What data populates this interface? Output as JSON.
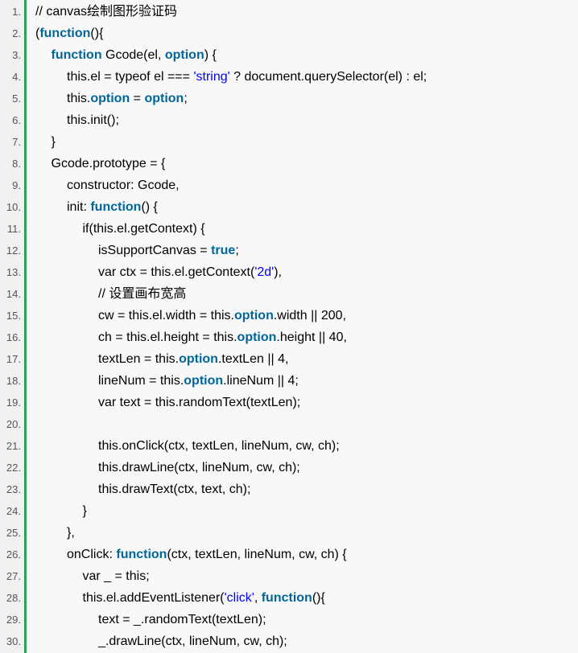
{
  "colors": {
    "background": "#f8f8f8",
    "gutter": "#f1f1f1",
    "accent_bar": "#27a35a",
    "keyword": "#006699",
    "string": "#0000ff",
    "text": "#000000",
    "line_number": "#555555"
  },
  "lines": [
    {
      "number": "1.",
      "indent": 0,
      "tokens": [
        {
          "t": "// canvas绘制图形验证码",
          "c": "p"
        }
      ]
    },
    {
      "number": "2.",
      "indent": 0,
      "tokens": [
        {
          "t": "(",
          "c": "p"
        },
        {
          "t": "function",
          "c": "kw"
        },
        {
          "t": "(){",
          "c": "p"
        }
      ]
    },
    {
      "number": "3.",
      "indent": 1,
      "tokens": [
        {
          "t": "function",
          "c": "kw"
        },
        {
          "t": " Gcode(el, ",
          "c": "p"
        },
        {
          "t": "option",
          "c": "kw"
        },
        {
          "t": ") {",
          "c": "p"
        }
      ]
    },
    {
      "number": "4.",
      "indent": 2,
      "tokens": [
        {
          "t": "this.el = typeof el === ",
          "c": "p"
        },
        {
          "t": "'string'",
          "c": "str"
        },
        {
          "t": " ? document.querySelector(el) : el;",
          "c": "p"
        }
      ]
    },
    {
      "number": "5.",
      "indent": 2,
      "tokens": [
        {
          "t": "this.",
          "c": "p"
        },
        {
          "t": "option",
          "c": "kw"
        },
        {
          "t": " = ",
          "c": "p"
        },
        {
          "t": "option",
          "c": "kw"
        },
        {
          "t": ";",
          "c": "p"
        }
      ]
    },
    {
      "number": "6.",
      "indent": 2,
      "tokens": [
        {
          "t": "this.init();",
          "c": "p"
        }
      ]
    },
    {
      "number": "7.",
      "indent": 1,
      "tokens": [
        {
          "t": "}",
          "c": "p"
        }
      ]
    },
    {
      "number": "8.",
      "indent": 1,
      "tokens": [
        {
          "t": "Gcode.prototype = {",
          "c": "p"
        }
      ]
    },
    {
      "number": "9.",
      "indent": 2,
      "tokens": [
        {
          "t": "constructor: Gcode,",
          "c": "p"
        }
      ]
    },
    {
      "number": "10.",
      "indent": 2,
      "tokens": [
        {
          "t": "init: ",
          "c": "p"
        },
        {
          "t": "function",
          "c": "kw"
        },
        {
          "t": "() {",
          "c": "p"
        }
      ]
    },
    {
      "number": "11.",
      "indent": 3,
      "tokens": [
        {
          "t": "if(this.el.getContext) {",
          "c": "p"
        }
      ]
    },
    {
      "number": "12.",
      "indent": 4,
      "tokens": [
        {
          "t": "isSupportCanvas = ",
          "c": "p"
        },
        {
          "t": "true",
          "c": "kw"
        },
        {
          "t": ";",
          "c": "p"
        }
      ]
    },
    {
      "number": "13.",
      "indent": 4,
      "tokens": [
        {
          "t": "var ctx = this.el.getContext(",
          "c": "p"
        },
        {
          "t": "'2d'",
          "c": "str"
        },
        {
          "t": "),",
          "c": "p"
        }
      ]
    },
    {
      "number": "14.",
      "indent": 4,
      "tokens": [
        {
          "t": "// 设置画布宽高",
          "c": "p"
        }
      ]
    },
    {
      "number": "15.",
      "indent": 4,
      "tokens": [
        {
          "t": "cw = this.el.width = this.",
          "c": "p"
        },
        {
          "t": "option",
          "c": "kw"
        },
        {
          "t": ".width || 200,",
          "c": "p"
        }
      ]
    },
    {
      "number": "16.",
      "indent": 4,
      "tokens": [
        {
          "t": "ch = this.el.height = this.",
          "c": "p"
        },
        {
          "t": "option",
          "c": "kw"
        },
        {
          "t": ".height || 40,",
          "c": "p"
        }
      ]
    },
    {
      "number": "17.",
      "indent": 4,
      "tokens": [
        {
          "t": "textLen = this.",
          "c": "p"
        },
        {
          "t": "option",
          "c": "kw"
        },
        {
          "t": ".textLen || 4,",
          "c": "p"
        }
      ]
    },
    {
      "number": "18.",
      "indent": 4,
      "tokens": [
        {
          "t": "lineNum = this.",
          "c": "p"
        },
        {
          "t": "option",
          "c": "kw"
        },
        {
          "t": ".lineNum || 4;",
          "c": "p"
        }
      ]
    },
    {
      "number": "19.",
      "indent": 4,
      "tokens": [
        {
          "t": "var text = this.randomText(textLen);",
          "c": "p"
        }
      ]
    },
    {
      "number": "20.",
      "indent": 0,
      "tokens": []
    },
    {
      "number": "21.",
      "indent": 4,
      "tokens": [
        {
          "t": "this.onClick(ctx, textLen, lineNum, cw, ch);",
          "c": "p"
        }
      ]
    },
    {
      "number": "22.",
      "indent": 4,
      "tokens": [
        {
          "t": "this.drawLine(ctx, lineNum, cw, ch);",
          "c": "p"
        }
      ]
    },
    {
      "number": "23.",
      "indent": 4,
      "tokens": [
        {
          "t": "this.drawText(ctx, text, ch);",
          "c": "p"
        }
      ]
    },
    {
      "number": "24.",
      "indent": 3,
      "tokens": [
        {
          "t": "}",
          "c": "p"
        }
      ]
    },
    {
      "number": "25.",
      "indent": 2,
      "tokens": [
        {
          "t": "},",
          "c": "p"
        }
      ]
    },
    {
      "number": "26.",
      "indent": 2,
      "tokens": [
        {
          "t": "onClick: ",
          "c": "p"
        },
        {
          "t": "function",
          "c": "kw"
        },
        {
          "t": "(ctx, textLen, lineNum, cw, ch) {",
          "c": "p"
        }
      ]
    },
    {
      "number": "27.",
      "indent": 3,
      "tokens": [
        {
          "t": "var _ = this;",
          "c": "p"
        }
      ]
    },
    {
      "number": "28.",
      "indent": 3,
      "tokens": [
        {
          "t": "this.el.addEventListener(",
          "c": "p"
        },
        {
          "t": "'click'",
          "c": "str"
        },
        {
          "t": ", ",
          "c": "p"
        },
        {
          "t": "function",
          "c": "kw"
        },
        {
          "t": "(){",
          "c": "p"
        }
      ]
    },
    {
      "number": "29.",
      "indent": 4,
      "tokens": [
        {
          "t": "text = _.randomText(textLen);",
          "c": "p"
        }
      ]
    },
    {
      "number": "30.",
      "indent": 4,
      "tokens": [
        {
          "t": "_.drawLine(ctx, lineNum, cw, ch);",
          "c": "p"
        }
      ]
    }
  ]
}
